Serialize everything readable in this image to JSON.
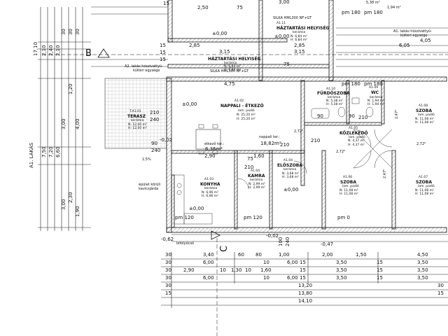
{
  "dims_top": {
    "d250": "2,50",
    "d75a": "75",
    "d538a": "5,38 m²",
    "d194a": "1,94 m²",
    "d180a": "pm 180",
    "d180b": "pm 180",
    "d300": "3,00",
    "d15a": "15"
  },
  "silka_top": "SILKA HML300 NF+GT",
  "silka_mid": "SILKA HML300 NF+GT",
  "silka_vert": "SILKA HML300 NF+GT",
  "rooms": {
    "a111_code": "A1.11",
    "a111_name": "HÁZTARTÁSI HELYISÉG",
    "a111_mat": "kerámia",
    "a111_n": "N: 6,84 m²",
    "a111_h": "H: 6,84 m²",
    "a112_name": "HÁZTARTÁSI HELYISÉG",
    "a112_mat": "kerámia",
    "a112_n": "N: 6,84 m²",
    "a112_h": "H: 6,84 m²",
    "a102_code": "A1.02",
    "a102_name": "NAPPALI - ÉTKEZŐ",
    "a102_mat": "lam. padló",
    "a102_n": "N: 25,20 m²",
    "a102_h": "H: 25,20 m²",
    "a110_code": "A1.10",
    "a110_name": "FÜRDŐSZOBA",
    "a110_mat": "kerámia",
    "a110_n": "N: 5,38 m²",
    "a110_h": "H: 5,38 m²",
    "a109_code": "A1.09",
    "a109_name": "WC",
    "a109_mat": "kerámia",
    "a109_n": "N: 1,94 m²",
    "a109_h": "H: 1,94 m²",
    "a108_code": "A1.08",
    "a108_name": "SZOBA",
    "a108_mat": "lam. padló",
    "a108_n": "N: 11,08 m²",
    "a108_h": "H: 11,08 m²",
    "a105_code": "A1.05",
    "a105_name": "KÖZLEKEDŐ",
    "a105_mat": "lam. padló",
    "a105_n": "N: 4,37 m²",
    "a105_h": "H: 4,37 m²",
    "a101_code": "T.A1.01",
    "a101_name": "TERASZ",
    "a101_mat": "kerámia",
    "a101_n": "N: 12,00 m²",
    "a101_h": "H: 12,00 m²",
    "a103_code": "A1.03",
    "a103_name": "KONYHA",
    "a103_mat": "kerámia",
    "a103_n": "N: 6,96 m²",
    "a103_h": "H: 6,96 m²",
    "a104_code": "A1.04",
    "a104_name": "KAMRA",
    "a104_mat": "kerámia",
    "a104_n": "N: 2,99 m²",
    "a104_h": "H: 2,99 m²",
    "a104b_code": "A1.04",
    "a104b_name": "ELŐSZOBA",
    "a104b_mat": "kerámia",
    "a104b_n": "N: 3,68 m²",
    "a104b_h": "H: 3,68 m²",
    "a106_code": "A1.06",
    "a106_name": "SZOBA",
    "a106_mat": "lam. padló",
    "a106_n": "N: 11,08 m²",
    "a106_h": "H: 11,08 m²",
    "a107_code": "A1.07",
    "a107_name": "SZOBA",
    "a107_mat": "lam. padló",
    "a107_n": "N: 11,08 m²",
    "a107_h": "H: 11,08 m²"
  },
  "notes": {
    "a2_access": "A2. lakás hószivattyú-",
    "a2_access2": "kültéri egysége",
    "a1_access": "A1. lakás hószivattyú-",
    "a1_access2": "kültéri egysége",
    "etkezo": "étkező ter.:",
    "etkezo_v": "6,36m²",
    "nappali": "nappali ter.:",
    "nappali_v": "18,82m²",
    "epulet": "épület körüli",
    "kavics": "kavicsjárda",
    "lefolyo": "lefolyócső",
    "lakas": "A1. LAKÁS"
  },
  "levels": {
    "l1": "±0,00",
    "l2": "±0,00",
    "l3": "±0,00",
    "l4": "±0,00",
    "l5": "±0,00",
    "m062": "-0,62",
    "m002": "-0,02",
    "m002b": "-0,02",
    "m047": "-0,47",
    "p272a": "2,72⁰",
    "p272b": "2,72⁰",
    "p247a": "2,47⁰",
    "p247b": "2,47⁰",
    "p272c": "2,72⁰",
    "p15": "1,5%"
  },
  "section": {
    "b": "B",
    "c": "C"
  },
  "inner_dims": {
    "d285": "2,85",
    "d315a": "3,15",
    "d315b": "3,15",
    "d285b": "2,85",
    "d475": "4,75",
    "d90a": "90",
    "d210a": "210",
    "d90b": "90",
    "d210b": "210",
    "d160": "1,60",
    "d290": "2,90",
    "d75b": "75",
    "d210c": "210",
    "d210d": "210",
    "d240": "240",
    "d90c": "90",
    "d240b": "240",
    "d120a": "pm 120",
    "d120b": "pm 120",
    "d0": "pm 0",
    "d180c": "pm 180",
    "d180d": "pm 180",
    "d605": "6,05",
    "d405": "4,05",
    "d75c": "75",
    "d210e": "210",
    "d210f": "210",
    "d210g": "210",
    "d90d": "90",
    "d90e": "90",
    "d210h": "210",
    "d240c": "240",
    "d100": "100",
    "d240d": "240"
  },
  "left_dims": {
    "v1710": "17,10",
    "v210": "2,10",
    "v240": "2,40",
    "v210b": "2,10",
    "v400": "4,00",
    "v120": "1,20",
    "v300": "3,00",
    "v750": "7,50",
    "v720": "7,20",
    "v660": "6,60",
    "v230": "2,30",
    "v190": "1,90",
    "v300b": "3,00",
    "v30a": "30",
    "v30b": "30",
    "v30c": "30",
    "v15a": "15",
    "v15b": "15",
    "v15c": "15"
  },
  "bottom_rows": [
    [
      "30",
      "3,40",
      "60",
      "80",
      "1,00",
      "2,00",
      "1,50",
      "4,50"
    ],
    [
      "30",
      "6,00",
      "10",
      "6,00",
      "15",
      "3,50",
      "15",
      "3,50"
    ],
    [
      "30",
      "2,90",
      "10",
      "1,30",
      "10",
      "1,60",
      "15",
      "3,50",
      "15",
      "3,50"
    ],
    [
      "30",
      "6,00",
      "10",
      "6,00",
      "15",
      "3,50",
      "15",
      "3,50"
    ],
    [
      "30",
      "13,20",
      "30"
    ],
    [
      "15",
      "13,80",
      "15"
    ],
    [
      "14,10"
    ]
  ]
}
